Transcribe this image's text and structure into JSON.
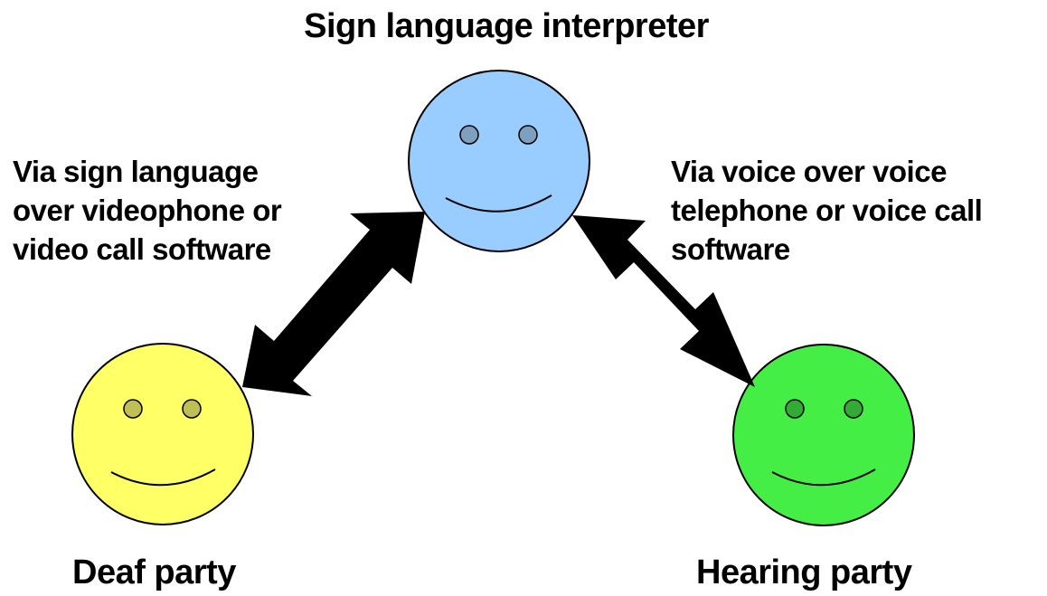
{
  "nodes": {
    "interpreter": {
      "label": "Sign language interpreter",
      "color": "#99ccff",
      "eye_color": "#7f9fbf"
    },
    "deaf": {
      "label": "Deaf party",
      "color": "#ffff66",
      "eye_color": "#bfbf55"
    },
    "hearing": {
      "label": "Hearing party",
      "color": "#44ee44",
      "eye_color": "#33aa33"
    }
  },
  "edges": {
    "left": {
      "label": "Via sign language\nover videophone or\nvideo call software"
    },
    "right": {
      "label": "Via voice over voice\ntelephone or voice call\nsoftware"
    }
  },
  "colors": {
    "arrow": "#000000",
    "outline": "#000000",
    "background": "#ffffff"
  }
}
